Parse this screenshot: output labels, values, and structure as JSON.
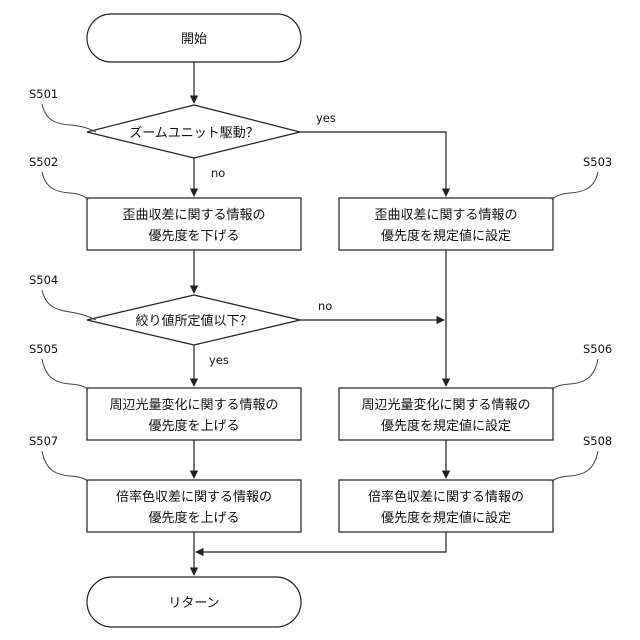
{
  "flowchart": {
    "start": "開始",
    "end": "リターン",
    "decision1": {
      "ref": "S501",
      "text": "ズームユニット駆動？",
      "yes": "yes",
      "no": "no"
    },
    "decision2": {
      "ref": "S504",
      "text": "絞り値所定値以下？",
      "yes": "yes",
      "no": "no"
    },
    "s502": {
      "ref": "S502",
      "line1": "歪曲収差に関する情報の",
      "line2": "優先度を下げる"
    },
    "s503": {
      "ref": "S503",
      "line1": "歪曲収差に関する情報の",
      "line2": "優先度を規定値に設定"
    },
    "s505": {
      "ref": "S505",
      "line1": "周辺光量変化に関する情報の",
      "line2": "優先度を上げる"
    },
    "s506": {
      "ref": "S506",
      "line1": "周辺光量変化に関する情報の",
      "line2": "優先度を規定値に設定"
    },
    "s507": {
      "ref": "S507",
      "line1": "倍率色収差に関する情報の",
      "line2": "優先度を上げる"
    },
    "s508": {
      "ref": "S508",
      "line1": "倍率色収差に関する情報の",
      "line2": "優先度を規定値に設定"
    }
  }
}
